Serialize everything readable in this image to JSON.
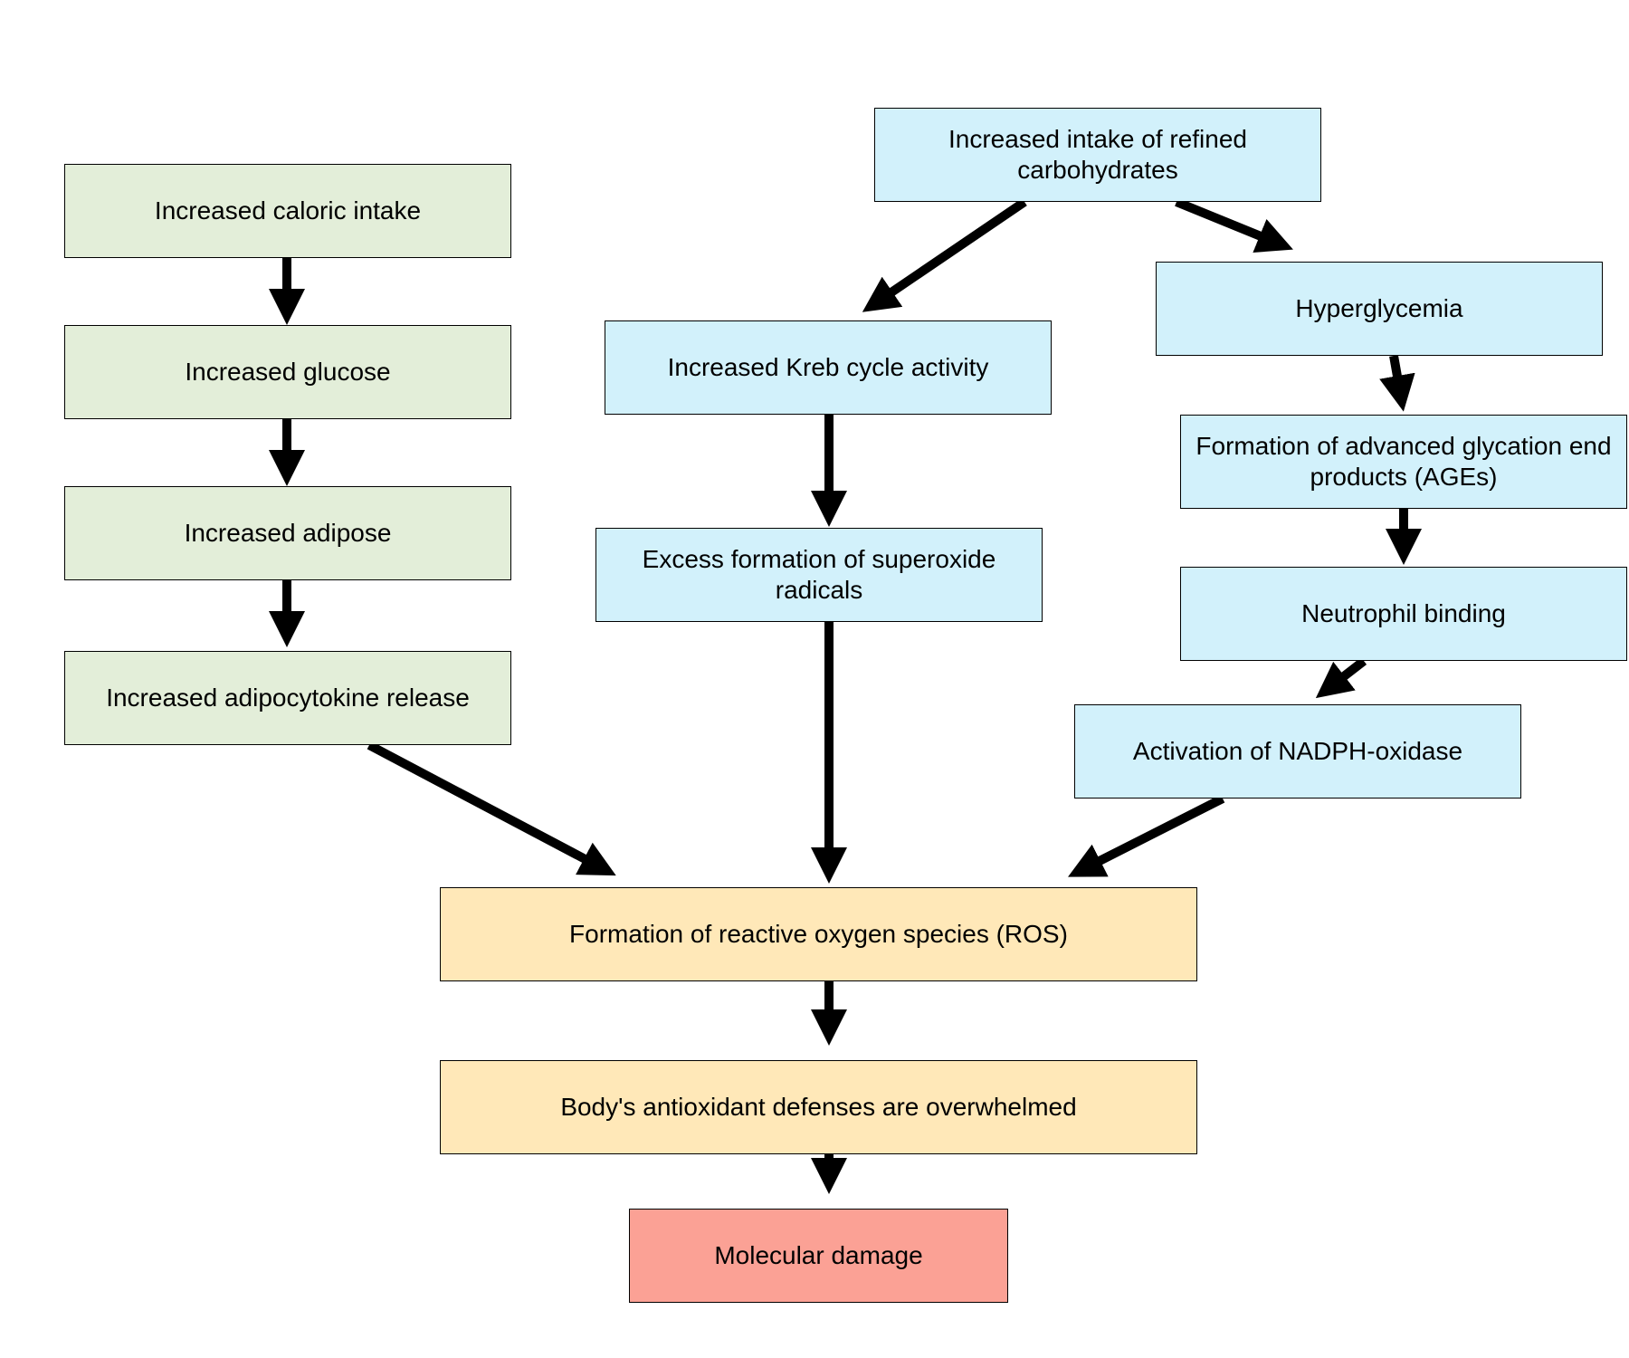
{
  "diagram": {
    "nodes": {
      "caloric": "Increased caloric intake",
      "glucose": "Increased glucose",
      "adipose": "Increased adipose",
      "adipocytokine": "Increased adipocytokine release",
      "refined_carbs": "Increased intake of refined carbohydrates",
      "kreb": "Increased Kreb cycle activity",
      "superoxide": "Excess formation of superoxide radicals",
      "hyperglycemia": "Hyperglycemia",
      "ages": "Formation of advanced glycation end products (AGEs)",
      "neutrophil": "Neutrophil binding",
      "nadph": "Activation of NADPH-oxidase",
      "ros": "Formation of reactive oxygen species (ROS)",
      "antioxidant": "Body's antioxidant defenses are overwhelmed",
      "damage": "Molecular damage"
    },
    "edges": [
      [
        "caloric",
        "glucose"
      ],
      [
        "glucose",
        "adipose"
      ],
      [
        "adipose",
        "adipocytokine"
      ],
      [
        "adipocytokine",
        "ros"
      ],
      [
        "refined_carbs",
        "kreb"
      ],
      [
        "refined_carbs",
        "hyperglycemia"
      ],
      [
        "kreb",
        "superoxide"
      ],
      [
        "superoxide",
        "ros"
      ],
      [
        "hyperglycemia",
        "ages"
      ],
      [
        "ages",
        "neutrophil"
      ],
      [
        "neutrophil",
        "nadph"
      ],
      [
        "nadph",
        "ros"
      ],
      [
        "ros",
        "antioxidant"
      ],
      [
        "antioxidant",
        "damage"
      ]
    ],
    "colors": {
      "green": "#e3eed9",
      "blue": "#d2f1fb",
      "tan": "#ffe8b8",
      "red": "#fba195",
      "arrow": "#000000"
    }
  }
}
